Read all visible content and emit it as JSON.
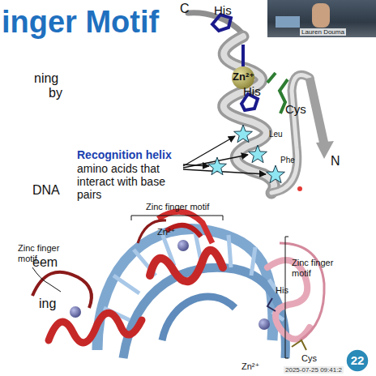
{
  "diagram": {
    "title": "inger Motif",
    "nodes": [
      {
        "text": [
          "Lauren Douma"
        ]
      },
      {
        "text": [
          "22"
        ]
      }
    ],
    "labels": [
      "ning",
      "by",
      "DNA",
      "eem",
      "ing",
      "C",
      "His",
      "Zn²⁺",
      "His",
      "Cys",
      "Leu",
      "Phe",
      "N",
      "Recognition helix",
      "amino acids that interact with base pairs",
      "Zinc finger motif",
      "Zn²⁺",
      "Zinc finger motif",
      "Zinc finger motif",
      "His",
      "Zn²⁺",
      "Cys",
      "2025-07-25 09:41:2"
    ]
  }
}
